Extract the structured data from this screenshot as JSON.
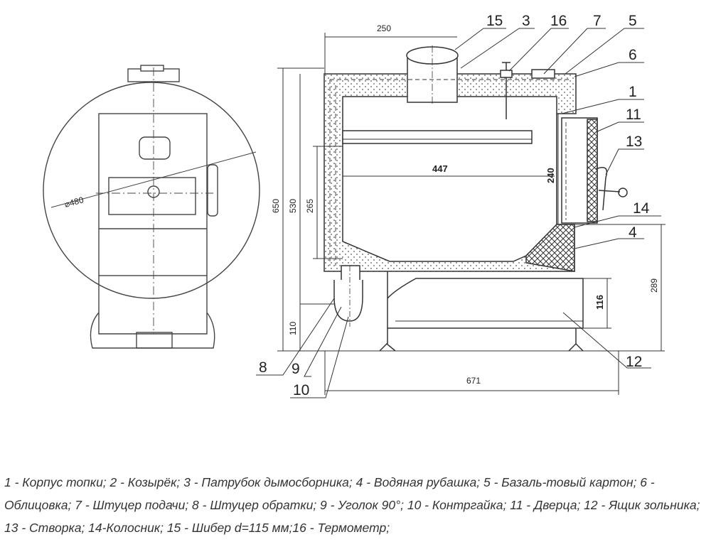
{
  "callouts": {
    "c1": "1",
    "c3": "3",
    "c4": "4",
    "c5": "5",
    "c6": "6",
    "c7": "7",
    "c8": "8",
    "c9": "9",
    "c10": "10",
    "c11": "11",
    "c12": "12",
    "c13": "13",
    "c14": "14",
    "c15": "15",
    "c16": "16"
  },
  "dimensions": {
    "d250": "250",
    "d650": "650",
    "d530": "530",
    "d265": "265",
    "d110": "110",
    "d447": "447",
    "d240": "240",
    "d289": "289",
    "d116": "116",
    "d671": "671",
    "d480": "⌀480"
  },
  "caption": "1 - Корпус топки; 2 - Козырёк; 3 - Патрубок дымосборника; 4 - Водяная рубашка; 5 - Базаль-товый картон; 6 - Облицовка; 7 - Штуцер подачи; 8 - Штуцер обратки; 9 - Уголок 90°; 10 - Контргайка; 11 - Дверца; 12 - Ящик зольника; 13 - Створка; 14-Колосник; 15 - Шибер d=115 мм;16 - Термометр;"
}
